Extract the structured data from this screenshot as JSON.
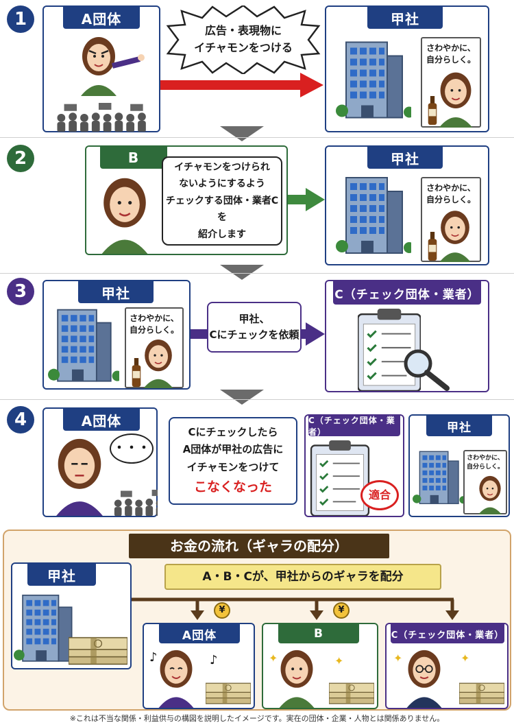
{
  "steps": {
    "s1": {
      "number": "1",
      "group_label": "A団体",
      "bubble_lines": [
        "広告・表現物に",
        "イチャモンをつける"
      ],
      "company_label": "甲社",
      "ad_lines": [
        "さわやかに、",
        "自分らしく。"
      ]
    },
    "s2": {
      "number": "2",
      "person_label": "B",
      "bubble_lines": [
        "イチャモンをつけられ",
        "ないようにするよう",
        "チェックする団体・業者Cを",
        "紹介します"
      ],
      "company_label": "甲社",
      "ad_lines": [
        "さわやかに、",
        "自分らしく。"
      ]
    },
    "s3": {
      "number": "3",
      "company_label": "甲社",
      "ad_lines": [
        "さわやかに、",
        "自分らしく。"
      ],
      "request_lines": [
        "甲社、",
        "Cにチェックを依頼"
      ],
      "checker_label": "C（チェック団体・業者）"
    },
    "s4": {
      "number": "4",
      "group_label": "A団体",
      "thought": "・・・",
      "result_lines": [
        "Cにチェックしたら",
        "A団体が甲社の広告に",
        "イチャモンをつけて"
      ],
      "result_emphasis": "こなくなった",
      "checker_label": "C（チェック団体・業者）",
      "approved_stamp": "適合",
      "company_label": "甲社",
      "ad_lines": [
        "さわやかに、",
        "自分らしく。"
      ]
    }
  },
  "money": {
    "title": "お金の流れ（ギャラの配分）",
    "company_label": "甲社",
    "distribution_label": "A・B・Cが、甲社からのギャラを配分",
    "yen_symbol": "¥",
    "recipients": [
      "A団体",
      "B",
      "C（チェック団体・業者）"
    ]
  },
  "footnote": "※これは不当な関係・利益供与の構図を説明したイメージです。実在の団体・企業・人物とは関係ありません。",
  "colors": {
    "navy": "#1f3f82",
    "green": "#2e6b3a",
    "purple": "#4a2f86",
    "red_arrow": "#d92020",
    "money_border": "#d1a36a",
    "money_title_bg": "#4a3418",
    "highlight_yellow": "#f5e68a"
  },
  "icons": [
    "building-icon",
    "person-angry-icon",
    "protest-crowd-icon",
    "person-smiling-icon",
    "beer-bottle-icon",
    "clipboard-checklist-icon",
    "magnifier-icon",
    "money-stack-icon",
    "yen-coin-icon",
    "music-note-icon",
    "sparkle-icon"
  ]
}
